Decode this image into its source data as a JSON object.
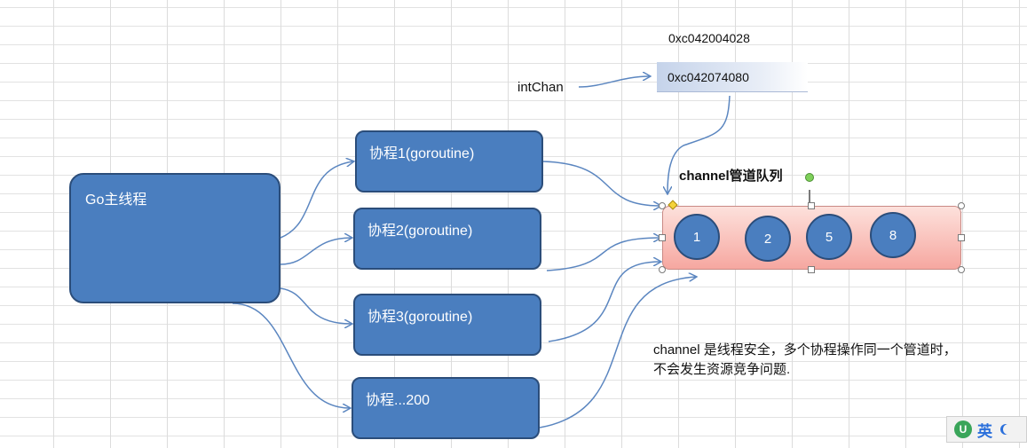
{
  "main_thread": {
    "label": "Go主线程"
  },
  "goroutines": [
    {
      "label": "协程1(goroutine)"
    },
    {
      "label": "协程2(goroutine)"
    },
    {
      "label": "协程3(goroutine)"
    },
    {
      "label": "协程...200"
    }
  ],
  "pointer": {
    "variable_label": "intChan",
    "variable_address": "0xc042004028",
    "value_address": "0xc042074080"
  },
  "channel": {
    "title": "channel管道队列",
    "items": [
      "1",
      "2",
      "5",
      "8"
    ]
  },
  "note": {
    "line1": "channel 是线程安全，多个协程操作同一个管道时，",
    "line2": "不会发生资源竞争问题."
  },
  "ime": {
    "logo": "U",
    "mode": "英"
  },
  "colors": {
    "box_fill": "#4a7ebf",
    "box_border": "#2b4d7a",
    "arrow": "#5b86c0",
    "queue_fill": "#f6a7a0"
  }
}
